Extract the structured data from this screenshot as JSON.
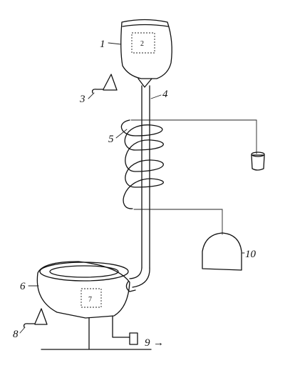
{
  "figure": {
    "labels": {
      "l1": "1",
      "l2": "2",
      "l3": "3",
      "l4": "4",
      "l5": "5",
      "l6": "6",
      "l7": "7",
      "l8": "8",
      "l9": "9",
      "l10": "10"
    },
    "arrow_label": "→"
  }
}
